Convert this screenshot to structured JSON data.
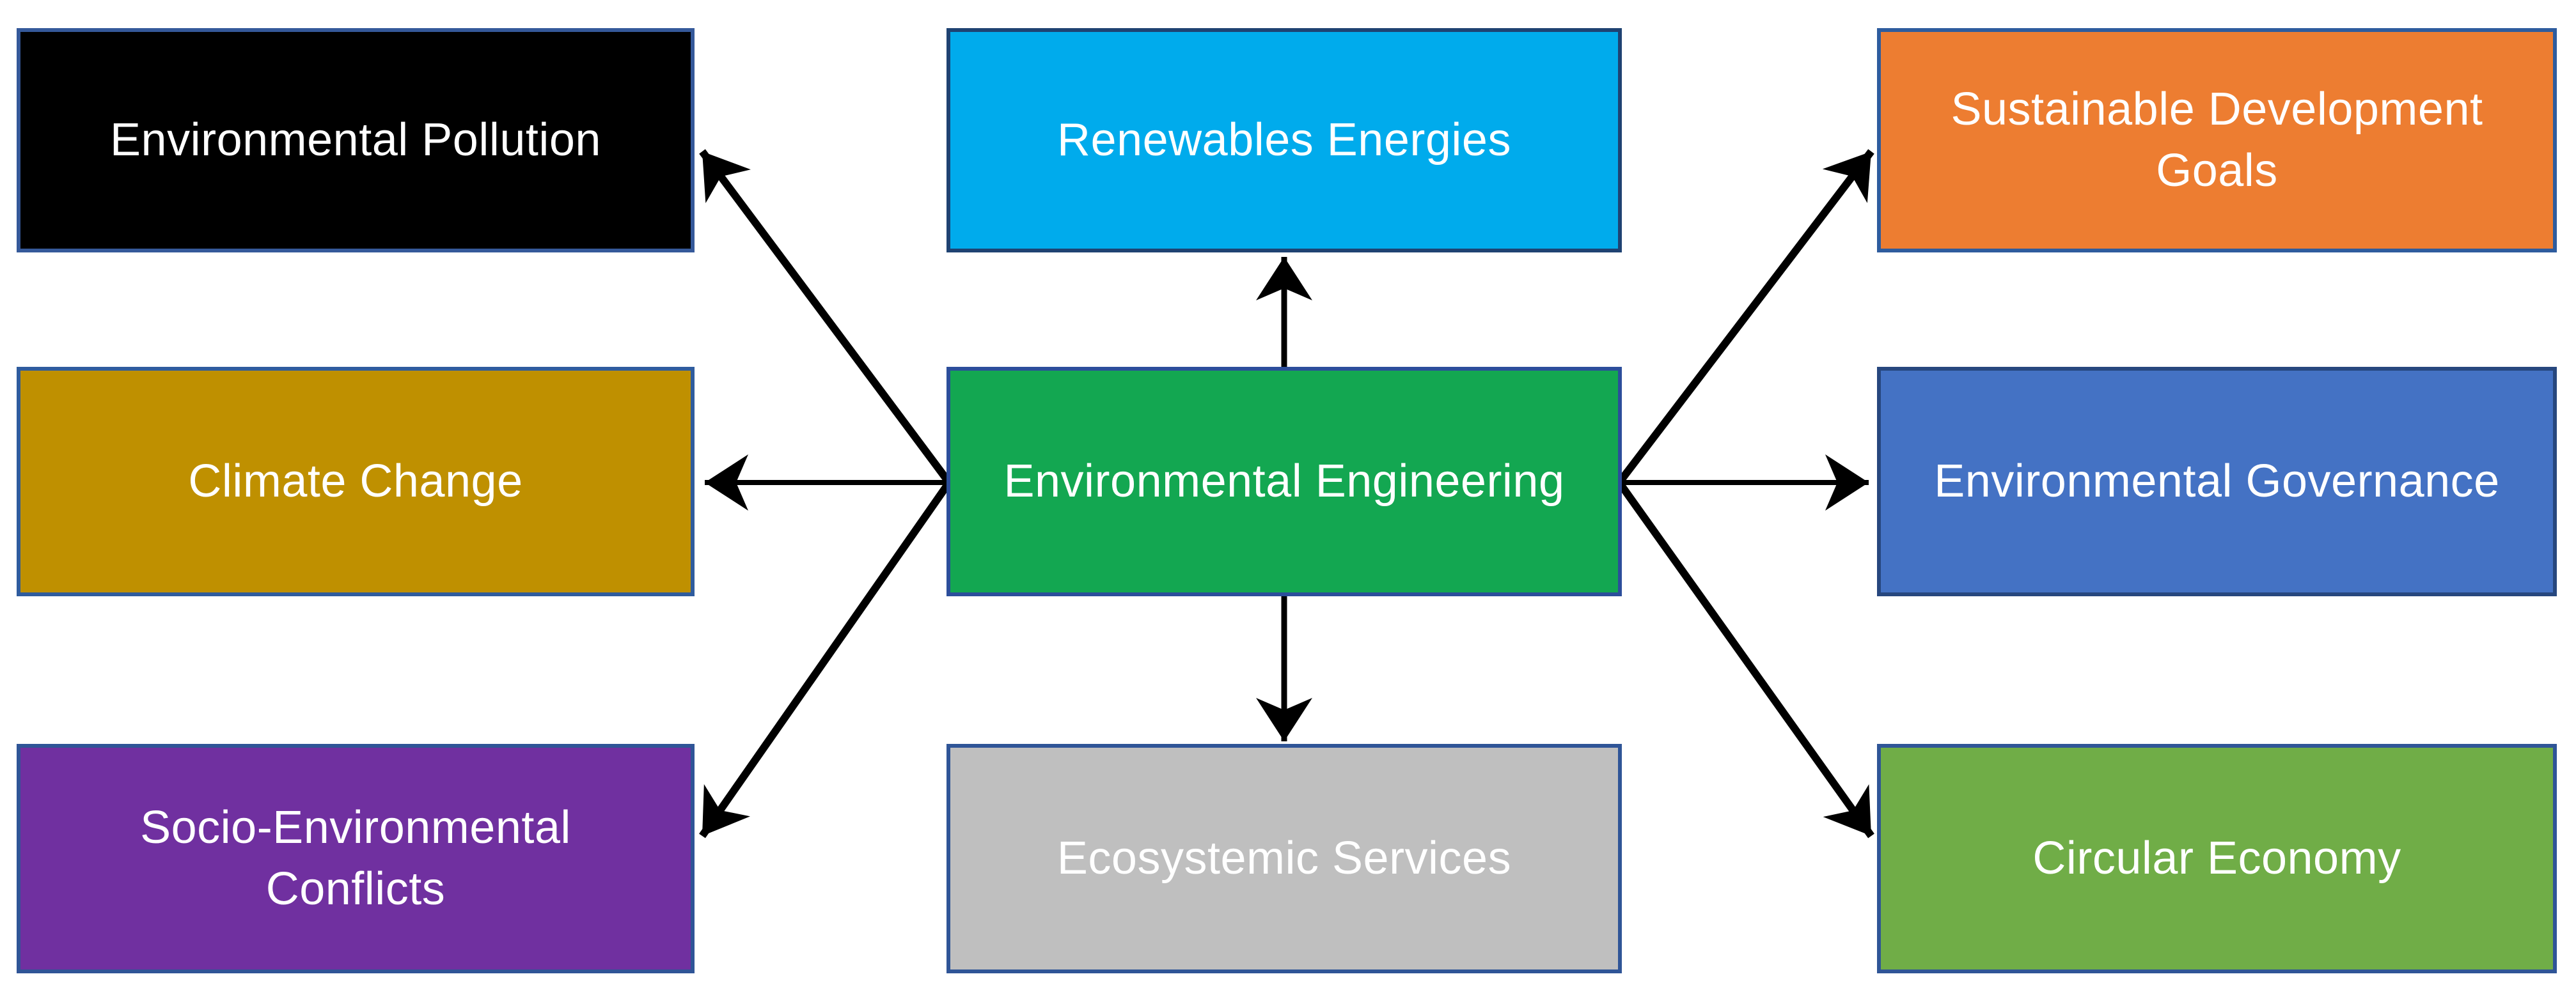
{
  "diagram": {
    "background": "#FFFFFF",
    "arrow_color": "#000000",
    "center_node": {
      "id": "environmental-engineering",
      "label": "Environmental Engineering",
      "fill": "#13A751",
      "border": "#2C4E9B",
      "text_color": "#FFFFFF"
    },
    "nodes": {
      "pollution": {
        "label": "Environmental Pollution",
        "fill": "#000000",
        "border": "#35599A",
        "text_color": "#FFFFFF"
      },
      "climate": {
        "label": "Climate Change",
        "fill": "#BF9000",
        "border": "#2F5C9E",
        "text_color": "#FFFFFF"
      },
      "conflicts": {
        "label": "Socio-Environmental Conflicts",
        "fill": "#7030A0",
        "border": "#2F5597",
        "text_color": "#FFFFFF"
      },
      "renewables": {
        "label": "Renewables Energies",
        "fill": "#00ABEC",
        "border": "#1F4272",
        "text_color": "#FFFFFF"
      },
      "ecosystemic": {
        "label": "Ecosystemic Services",
        "fill": "#BFBFBF",
        "border": "#2F5597",
        "text_color": "#FFFFFF"
      },
      "sdg": {
        "label": "Sustainable Development Goals",
        "fill": "#ED7D31",
        "border": "#2E5C9E",
        "text_color": "#FFFFFF"
      },
      "governance": {
        "label": "Environmental Governance",
        "fill": "#4472C4",
        "border": "#27477E",
        "text_color": "#FFFFFF"
      },
      "circular": {
        "label": "Circular Economy",
        "fill": "#70AD47",
        "border": "#2F5597",
        "text_color": "#FFFFFF"
      }
    },
    "edges": [
      {
        "from": "environmental-engineering",
        "to": "pollution"
      },
      {
        "from": "environmental-engineering",
        "to": "climate"
      },
      {
        "from": "environmental-engineering",
        "to": "conflicts"
      },
      {
        "from": "environmental-engineering",
        "to": "renewables"
      },
      {
        "from": "environmental-engineering",
        "to": "ecosystemic"
      },
      {
        "from": "environmental-engineering",
        "to": "sdg"
      },
      {
        "from": "environmental-engineering",
        "to": "governance"
      },
      {
        "from": "environmental-engineering",
        "to": "circular"
      }
    ]
  }
}
